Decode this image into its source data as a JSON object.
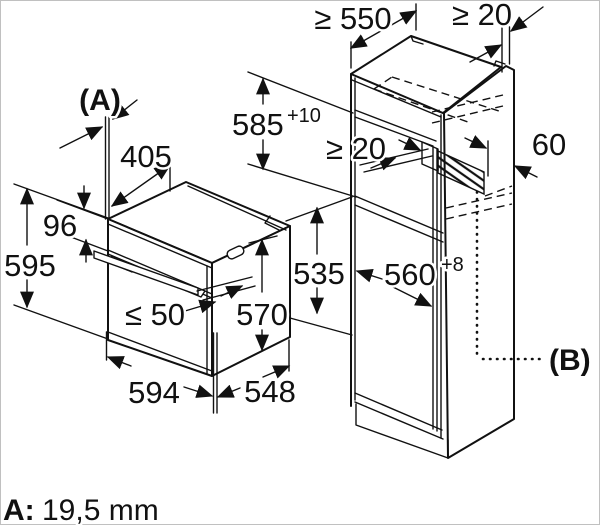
{
  "colors": {
    "line": "#111111",
    "background": "#ffffff",
    "border": "#c0c0c0"
  },
  "labels": {
    "ref_a": "(A)",
    "oven_top_depth": "405",
    "oven_panel_height": "96",
    "oven_height": "595",
    "oven_door_protrusion": "≤ 50",
    "oven_body_height": "570",
    "oven_width": "594",
    "oven_depth": "548",
    "cab_min_depth": "≥ 550",
    "cab_top_rear_gap": "≥ 20",
    "cab_niche_height": "585",
    "cab_niche_height_tol": "+10",
    "cab_mid_rear_gap": "≥ 20",
    "cab_rear_strip_depth": "60",
    "cab_lower_height": "535",
    "cab_niche_width": "560",
    "cab_niche_width_tol": "+8",
    "ref_b": "(B)"
  },
  "caption": {
    "key": "A:",
    "value": "19,5 mm"
  }
}
